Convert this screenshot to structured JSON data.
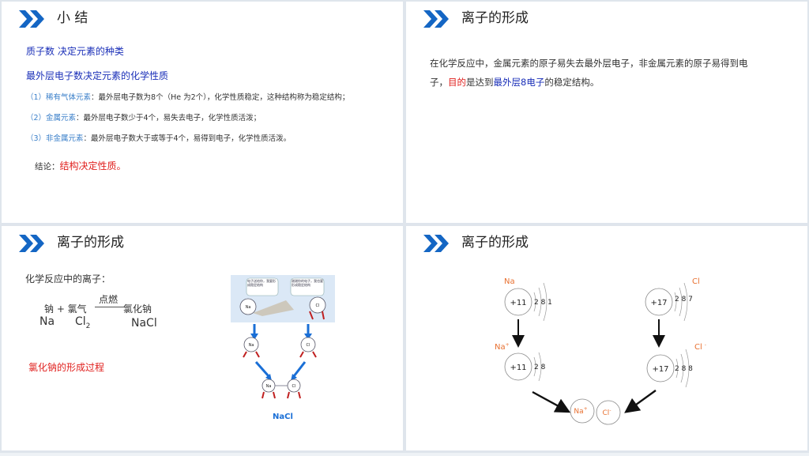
{
  "colors": {
    "accent": "#1466c4",
    "blue": "#1a2fb8",
    "red": "#e0201e",
    "light_blue": "#3a7fc9",
    "orange": "#e87030"
  },
  "icons": {
    "header": "double-chevron-right-icon"
  },
  "panel1": {
    "title": "小 结",
    "line1": "质子数 决定元素的种类",
    "line2": "最外层电子数决定元素的化学性质",
    "items": [
      {
        "label": "（1）稀有气体元素",
        "text": "：最外层电子数为8个（He 为2个），化学性质稳定，这种结构称为稳定结构；"
      },
      {
        "label": "（2）金属元素",
        "text": "：最外层电子数少于4个，易失去电子，化学性质活泼；"
      },
      {
        "label": "（3）非金属元素",
        "text": "：最外层电子数大于或等于4个，易得到电子，化学性质活泼。"
      }
    ],
    "conclusion_label": "结论：",
    "conclusion_value": "结构决定性质。"
  },
  "panel2": {
    "title": "离子的形成",
    "para_line1": "在化学反应中，金属元素的原子易失去最外层电子，非金属元素的原子易得到电",
    "para_l2_a": "子，",
    "para_l2_b": "目的",
    "para_l2_c": "是达到",
    "para_l2_d": "最外层8电子",
    "para_l2_e": "的稳定结构。"
  },
  "panel3": {
    "title": "离子的形成",
    "intro": "化学反应中的离子：",
    "condition": "点燃",
    "words": "钠 + 氯气",
    "product_word": "氯化钠",
    "na": "Na",
    "cl": "Cl",
    "cl_sub": "2",
    "nacl": "NaCl",
    "process_label": "氯化钠的形成过程",
    "img": {
      "bubble_left": "电子送给你，我要形成稳定结构",
      "bubble_right": "谢谢你的电子，我也要形成稳定结构",
      "na_atom": "Na",
      "cl_atom": "Cl",
      "na_ion": "Na",
      "cl_ion": "Cl",
      "caption": "NaCl"
    }
  },
  "panel4": {
    "title": "离子的形成",
    "na_label": "Na",
    "na_nucleus": "+11",
    "na_shells": "2 8 1",
    "na_ion_label": "Na",
    "na_ion_charge": "+",
    "na_ion_nucleus": "+11",
    "na_ion_shells": "2 8",
    "cl_label": "Cl",
    "cl_nucleus": "+17",
    "cl_shells": "2 8 7",
    "cl_ion_label": "Cl",
    "cl_ion_charge": "-",
    "cl_ion_nucleus": "+17",
    "cl_ion_shells": "2 8 8",
    "pair_na": "Na",
    "pair_na_charge": "+",
    "pair_cl": "Cl",
    "pair_cl_charge": "-"
  }
}
